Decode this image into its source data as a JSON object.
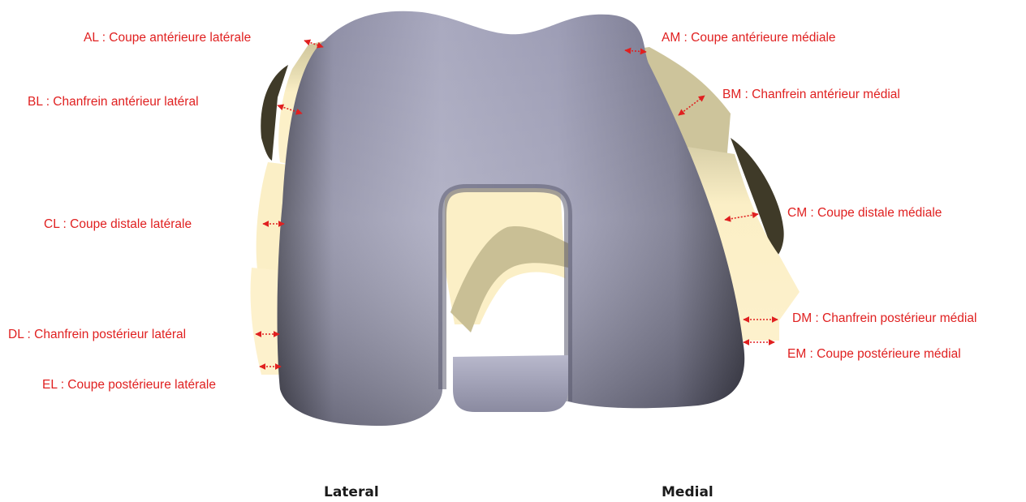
{
  "colors": {
    "label": "#e02020",
    "implant_light": "#b0b0c6",
    "implant_dark": "#3a3a48",
    "bone_cut": "#fbefc6",
    "bone_shadow": "#4a4530",
    "text_dark": "#1a1a1a"
  },
  "labels": {
    "al": "AL : Coupe antérieure latérale",
    "bl": "BL : Chanfrein antérieur latéral",
    "cl": "CL : Coupe distale latérale",
    "dl": "DL : Chanfrein postérieur latéral",
    "el": "EL : Coupe postérieure latérale",
    "am": "AM : Coupe antérieure médiale",
    "bm": "BM : Chanfrein antérieur médial",
    "cm": "CM : Coupe distale médiale",
    "dm": "DM : Chanfrein postérieur médial",
    "em": "EM : Coupe postérieure médial"
  },
  "sides": {
    "lateral": "Lateral",
    "medial": "Medial"
  },
  "icons": [
    "double-arrow-icon"
  ]
}
